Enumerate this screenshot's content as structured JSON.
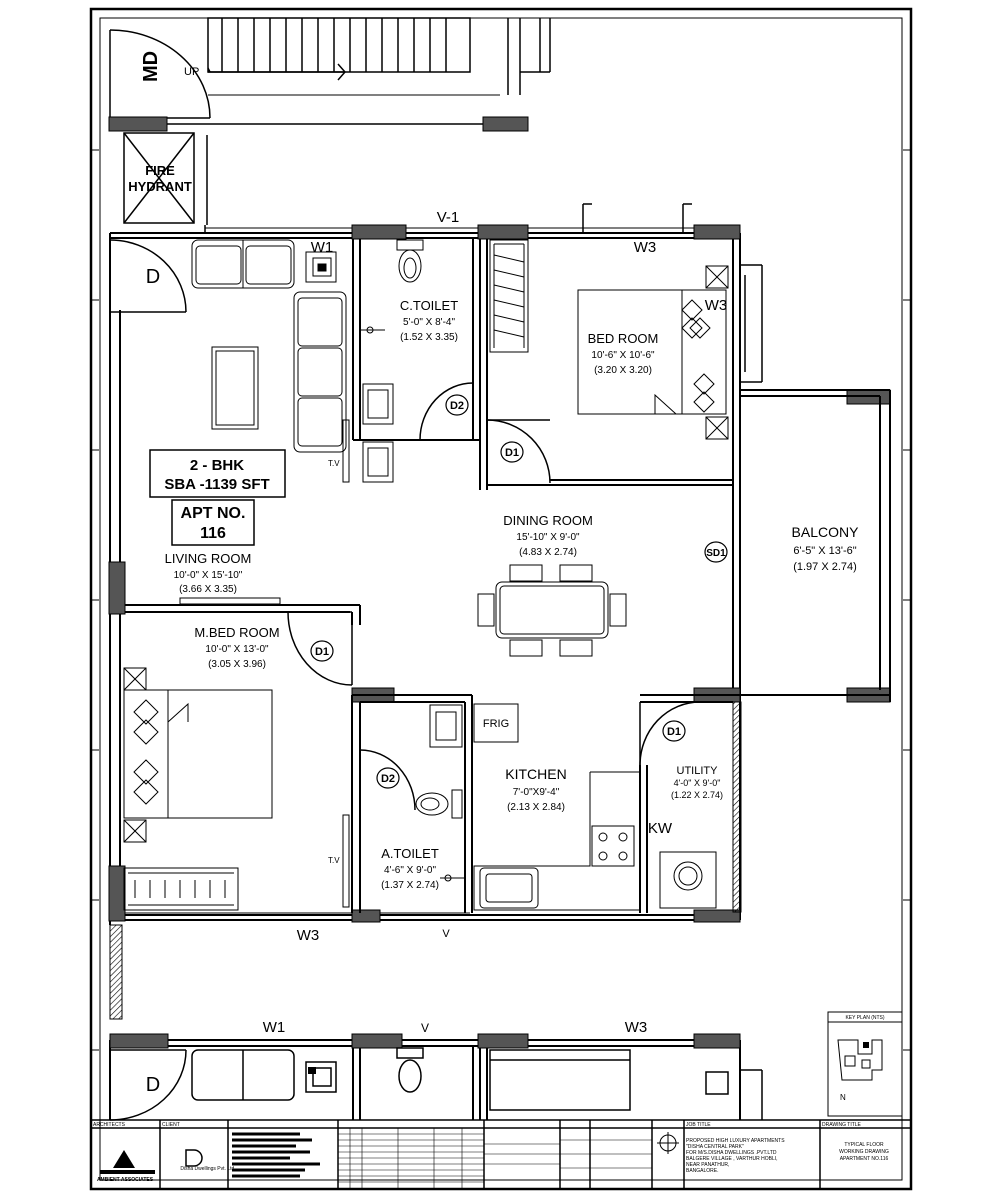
{
  "stair": {
    "up_label": "UP"
  },
  "fire_hydrant": {
    "line1": "FIRE",
    "line2": "HYDRANT"
  },
  "doors": {
    "md": "MD",
    "d": "D",
    "d1": "D1",
    "d2": "D2",
    "sd1": "SD1"
  },
  "windows": {
    "w1": "W1",
    "w3": "W3",
    "v1": "V-1",
    "v": "V"
  },
  "apartment": {
    "type": "2 - BHK",
    "sba": "SBA -1139 SFT",
    "apt_label": "APT NO.",
    "apt_no": "116"
  },
  "rooms": {
    "c_toilet": {
      "name": "C.TOILET",
      "dim_ft": "5'-0\" X 8'-4\"",
      "dim_m": "(1.52 X 3.35)"
    },
    "bed_room": {
      "name": "BED ROOM",
      "dim_ft": "10'-6\" X 10'-6\"",
      "dim_m": "(3.20 X 3.20)"
    },
    "dining_room": {
      "name": "DINING ROOM",
      "dim_ft": "15'-10\" X 9'-0\"",
      "dim_m": "(4.83 X 2.74)"
    },
    "balcony": {
      "name": "BALCONY",
      "dim_ft": "6'-5\" X 13'-6\"",
      "dim_m": "(1.97 X 2.74)"
    },
    "living_room": {
      "name": "LIVING ROOM",
      "dim_ft": "10'-0\" X 15'-10\"",
      "dim_m": "(3.66 X 3.35)"
    },
    "m_bed_room": {
      "name": "M.BED ROOM",
      "dim_ft": "10'-0\" X 13'-0\"",
      "dim_m": "(3.05 X 3.96)"
    },
    "kitchen": {
      "name": "KITCHEN",
      "dim_ft": "7'-0\"X9'-4\"",
      "dim_m": "(2.13 X 2.84)"
    },
    "utility": {
      "name": "UTILITY",
      "dim_ft": "4'-0\" X 9'-0\"",
      "dim_m": "(1.22 X 2.74)"
    },
    "a_toilet": {
      "name": "A.TOILET",
      "dim_ft": "4'-6\" X 9'-0\"",
      "dim_m": "(1.37 X 2.74)"
    }
  },
  "fixtures": {
    "tv": "T.V",
    "frig": "FRIG",
    "kw": "KW",
    "n": "N"
  },
  "title_block": {
    "architects": "ARCHITECTS",
    "client": "CLIENT",
    "client_name": "Disha Dwellings Pvt. Ltd.",
    "project_title_label": "JOB TITLE",
    "project_line1": "PROPOSED HIGH LUXURY APARTMENTS",
    "project_line2": "\"DISHA CENTRAL PARK\"",
    "project_line3": "FOR M/S.DISHA DWELLINGS .PVT.LTD",
    "project_line4": "BALGERE VILLAGE , VARTHUR HOBLI,",
    "project_line5": "NEAR PANATHUR,",
    "project_line6": "BANGALORE.",
    "drawing_title_label": "DRAWING TITLE",
    "drawing_line1": "TYPICAL FLOOR",
    "drawing_line2": "WORKING DRAWING",
    "drawing_line3": "APARTMENT NO.116",
    "key_plan": "KEY PLAN (NTS)",
    "architect_logo": "AMBIENT ASSOCIATES"
  }
}
